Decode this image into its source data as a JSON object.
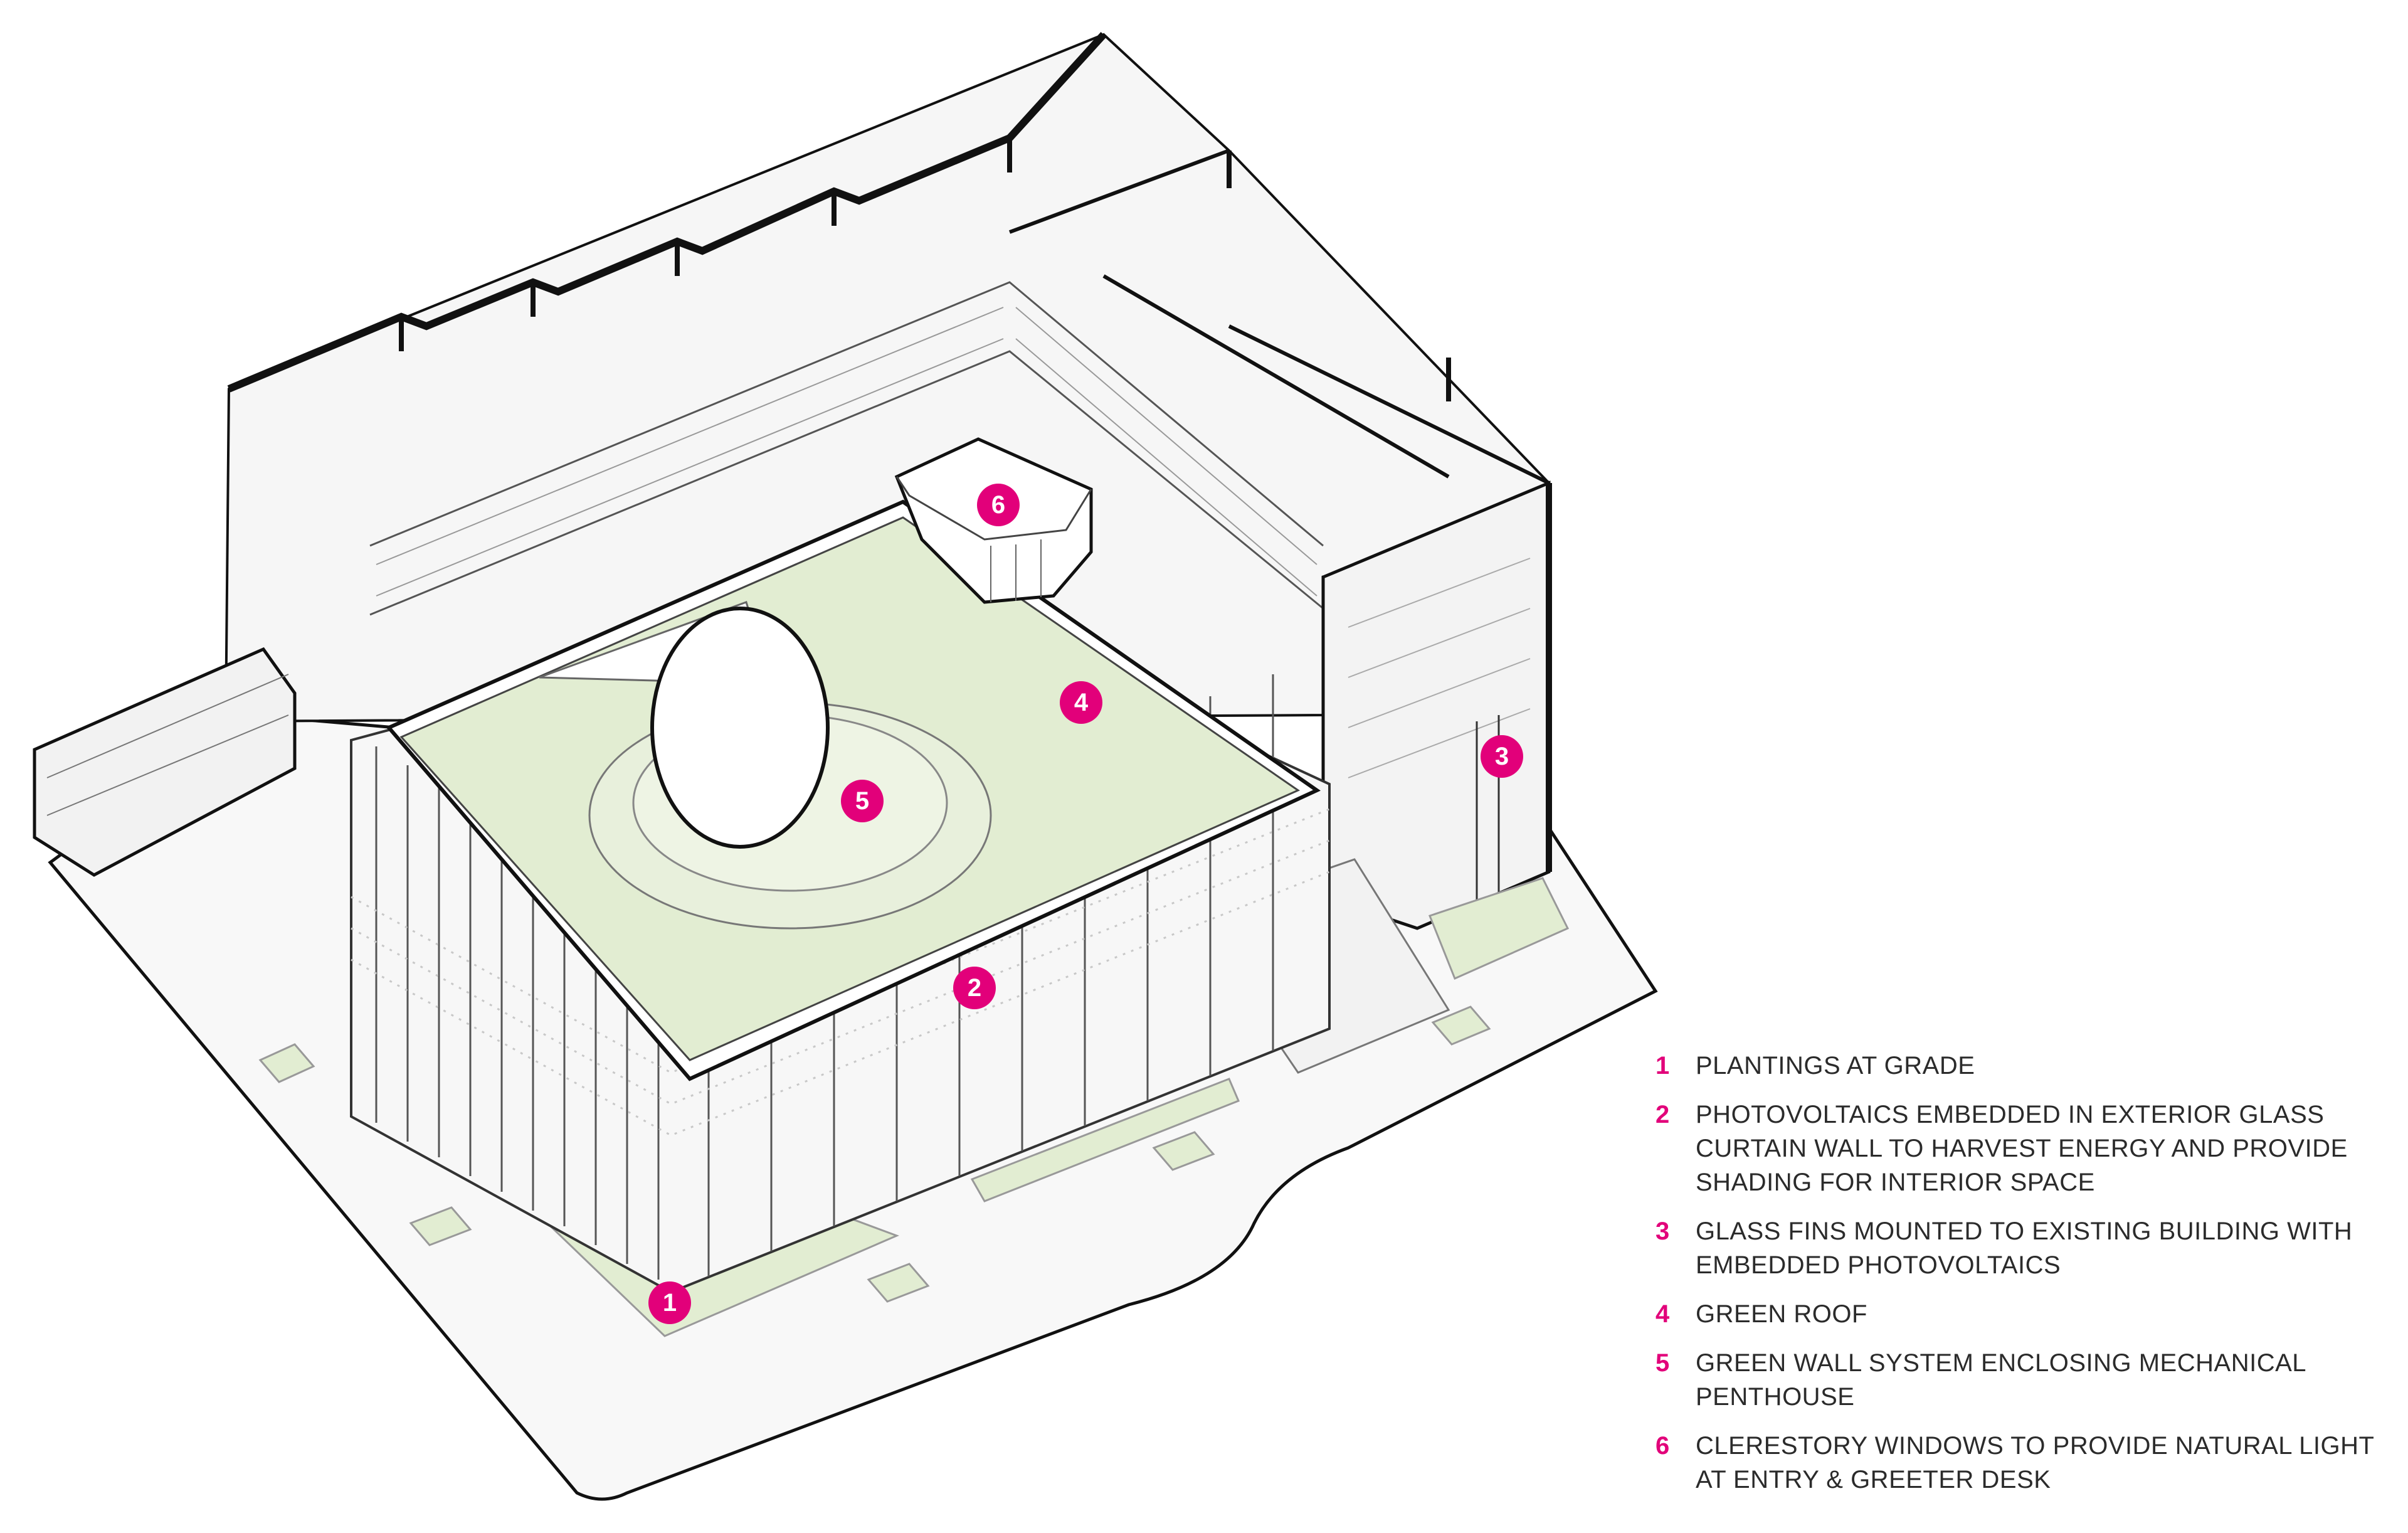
{
  "colors": {
    "accent": "#e2007a",
    "green_roof": "#e2edd2",
    "outline": "#111111",
    "building": "#f5f5f5"
  },
  "markers": [
    {
      "number": "1"
    },
    {
      "number": "2"
    },
    {
      "number": "3"
    },
    {
      "number": "4"
    },
    {
      "number": "5"
    },
    {
      "number": "6"
    }
  ],
  "legend": [
    {
      "number": "1",
      "text": "PLANTINGS AT GRADE"
    },
    {
      "number": "2",
      "text": "PHOTOVOLTAICS EMBEDDED IN EXTERIOR GLASS CURTAIN WALL TO HARVEST ENERGY AND PROVIDE SHADING FOR INTERIOR SPACE"
    },
    {
      "number": "3",
      "text": "GLASS FINS MOUNTED TO EXISTING BUILDING WITH EMBEDDED PHOTOVOLTAICS"
    },
    {
      "number": "4",
      "text": "GREEN ROOF"
    },
    {
      "number": "5",
      "text": "GREEN WALL SYSTEM ENCLOSING MECHANICAL PENTHOUSE"
    },
    {
      "number": "6",
      "text": "CLERESTORY WINDOWS TO PROVIDE NATURAL LIGHT AT ENTRY & GREETER DESK"
    }
  ]
}
